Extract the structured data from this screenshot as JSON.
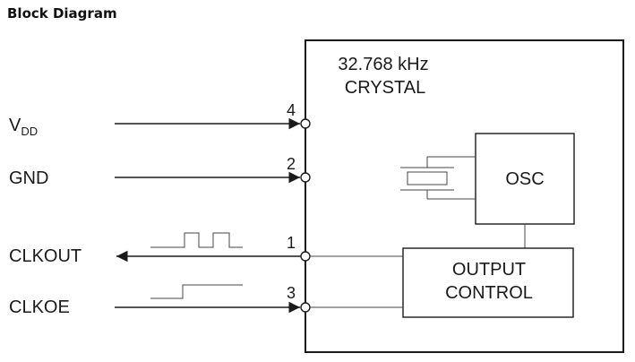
{
  "heading": "Block Diagram",
  "crystal": {
    "line1": "32.768 kHz",
    "line2": "CRYSTAL"
  },
  "signals": {
    "vdd": {
      "main": "V",
      "sub": "DD",
      "pin": "4"
    },
    "gnd": {
      "label": "GND",
      "pin": "2"
    },
    "clkout": {
      "label": "CLKOUT",
      "pin": "1"
    },
    "clkoe": {
      "label": "CLKOE",
      "pin": "3"
    }
  },
  "blocks": {
    "osc": "OSC",
    "output_control": {
      "line1": "OUTPUT",
      "line2": "CONTROL"
    }
  },
  "colors": {
    "line": "#1a1a1a",
    "background": "#ffffff"
  },
  "icons": [
    "crystal-resonator-icon",
    "clock-waveform-icon",
    "enable-step-icon"
  ]
}
